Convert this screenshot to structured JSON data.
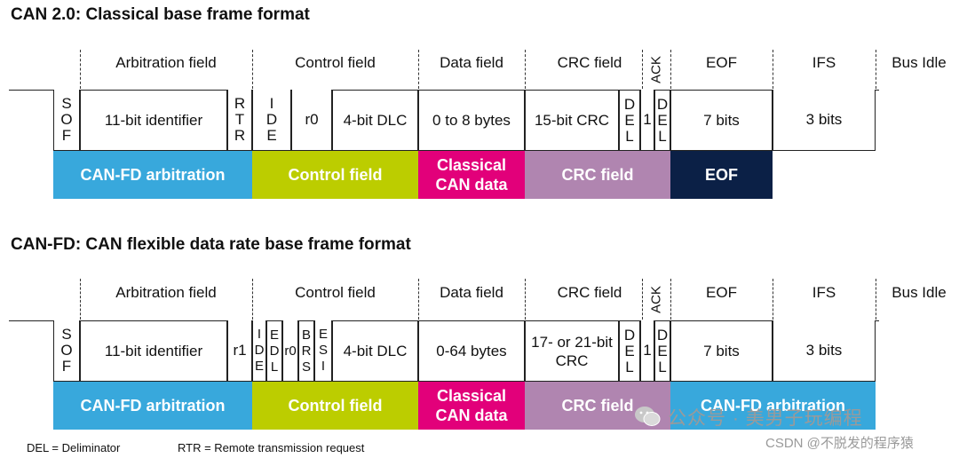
{
  "colors": {
    "arbitration": "#38a8dc",
    "control": "#bccd00",
    "data": "#e2007a",
    "crc": "#b085b0",
    "eof": "#0b2046"
  },
  "can20": {
    "title": "CAN 2.0: Classical base frame format",
    "headers": {
      "arbitration": "Arbitration field",
      "control": "Control field",
      "data": "Data field",
      "crc": "CRC field",
      "ack": "ACK",
      "eof": "EOF",
      "ifs": "IFS",
      "bus_idle": "Bus Idle"
    },
    "cells": {
      "sof": [
        "S",
        "O",
        "F"
      ],
      "identifier": "11-bit identifier",
      "rtr": [
        "R",
        "T",
        "R"
      ],
      "ide": [
        "I",
        "D",
        "E"
      ],
      "r0": "r0",
      "dlc": "4-bit DLC",
      "data": "0 to 8 bytes",
      "crc": "15-bit CRC",
      "crc_del": [
        "D",
        "E",
        "L"
      ],
      "ack_slot": "1",
      "ack_del": [
        "D",
        "E",
        "L"
      ],
      "eof": "7 bits",
      "ifs": "3 bits"
    },
    "bars": {
      "arbitration": "CAN-FD arbitration",
      "control": "Control field",
      "data_line1": "Classical",
      "data_line2": "CAN data",
      "crc": "CRC field",
      "eof": "EOF"
    }
  },
  "canfd": {
    "title": "CAN-FD: CAN flexible data rate base frame format",
    "headers": {
      "arbitration": "Arbitration field",
      "control": "Control field",
      "data": "Data field",
      "crc": "CRC field",
      "ack": "ACK",
      "eof": "EOF",
      "ifs": "IFS",
      "bus_idle": "Bus Idle"
    },
    "cells": {
      "sof": [
        "S",
        "O",
        "F"
      ],
      "identifier": "11-bit identifier",
      "r1": "r1",
      "ide": [
        "I",
        "D",
        "E"
      ],
      "edl": [
        "E",
        "D",
        "L"
      ],
      "r0": "r0",
      "brs": [
        "B",
        "R",
        "S"
      ],
      "esi": [
        "E",
        "S",
        "I"
      ],
      "dlc": "4-bit DLC",
      "data": "0-64 bytes",
      "crc_line1": "17- or 21-bit",
      "crc_line2": "CRC",
      "crc_del": [
        "D",
        "E",
        "L"
      ],
      "ack_slot": "1",
      "ack_del": [
        "D",
        "E",
        "L"
      ],
      "eof": "7 bits",
      "ifs": "3 bits"
    },
    "bars": {
      "arbitration": "CAN-FD arbitration",
      "control": "Control field",
      "data_line1": "Classical",
      "data_line2": "CAN data",
      "crc": "CRC field",
      "arbitration2": "CAN-FD arbitration"
    }
  },
  "footnotes": {
    "del": "DEL = Deliminator",
    "rtr": "RTR = Remote transmission request"
  },
  "watermarks": {
    "wechat": "公众号 · 美男子玩编程",
    "csdn": "CSDN @不脱发的程序猿"
  }
}
